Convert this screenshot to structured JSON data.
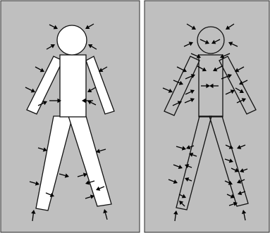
{
  "figure": {
    "panels": [
      {
        "id": "left",
        "style": "solid-white-figure"
      },
      {
        "id": "right",
        "style": "outlined-figure"
      }
    ],
    "colors": {
      "background": "#bfbfbf",
      "figure_fill": "#ffffff",
      "ink": "#000000"
    },
    "arrow_icon": "force-arrow-icon"
  }
}
